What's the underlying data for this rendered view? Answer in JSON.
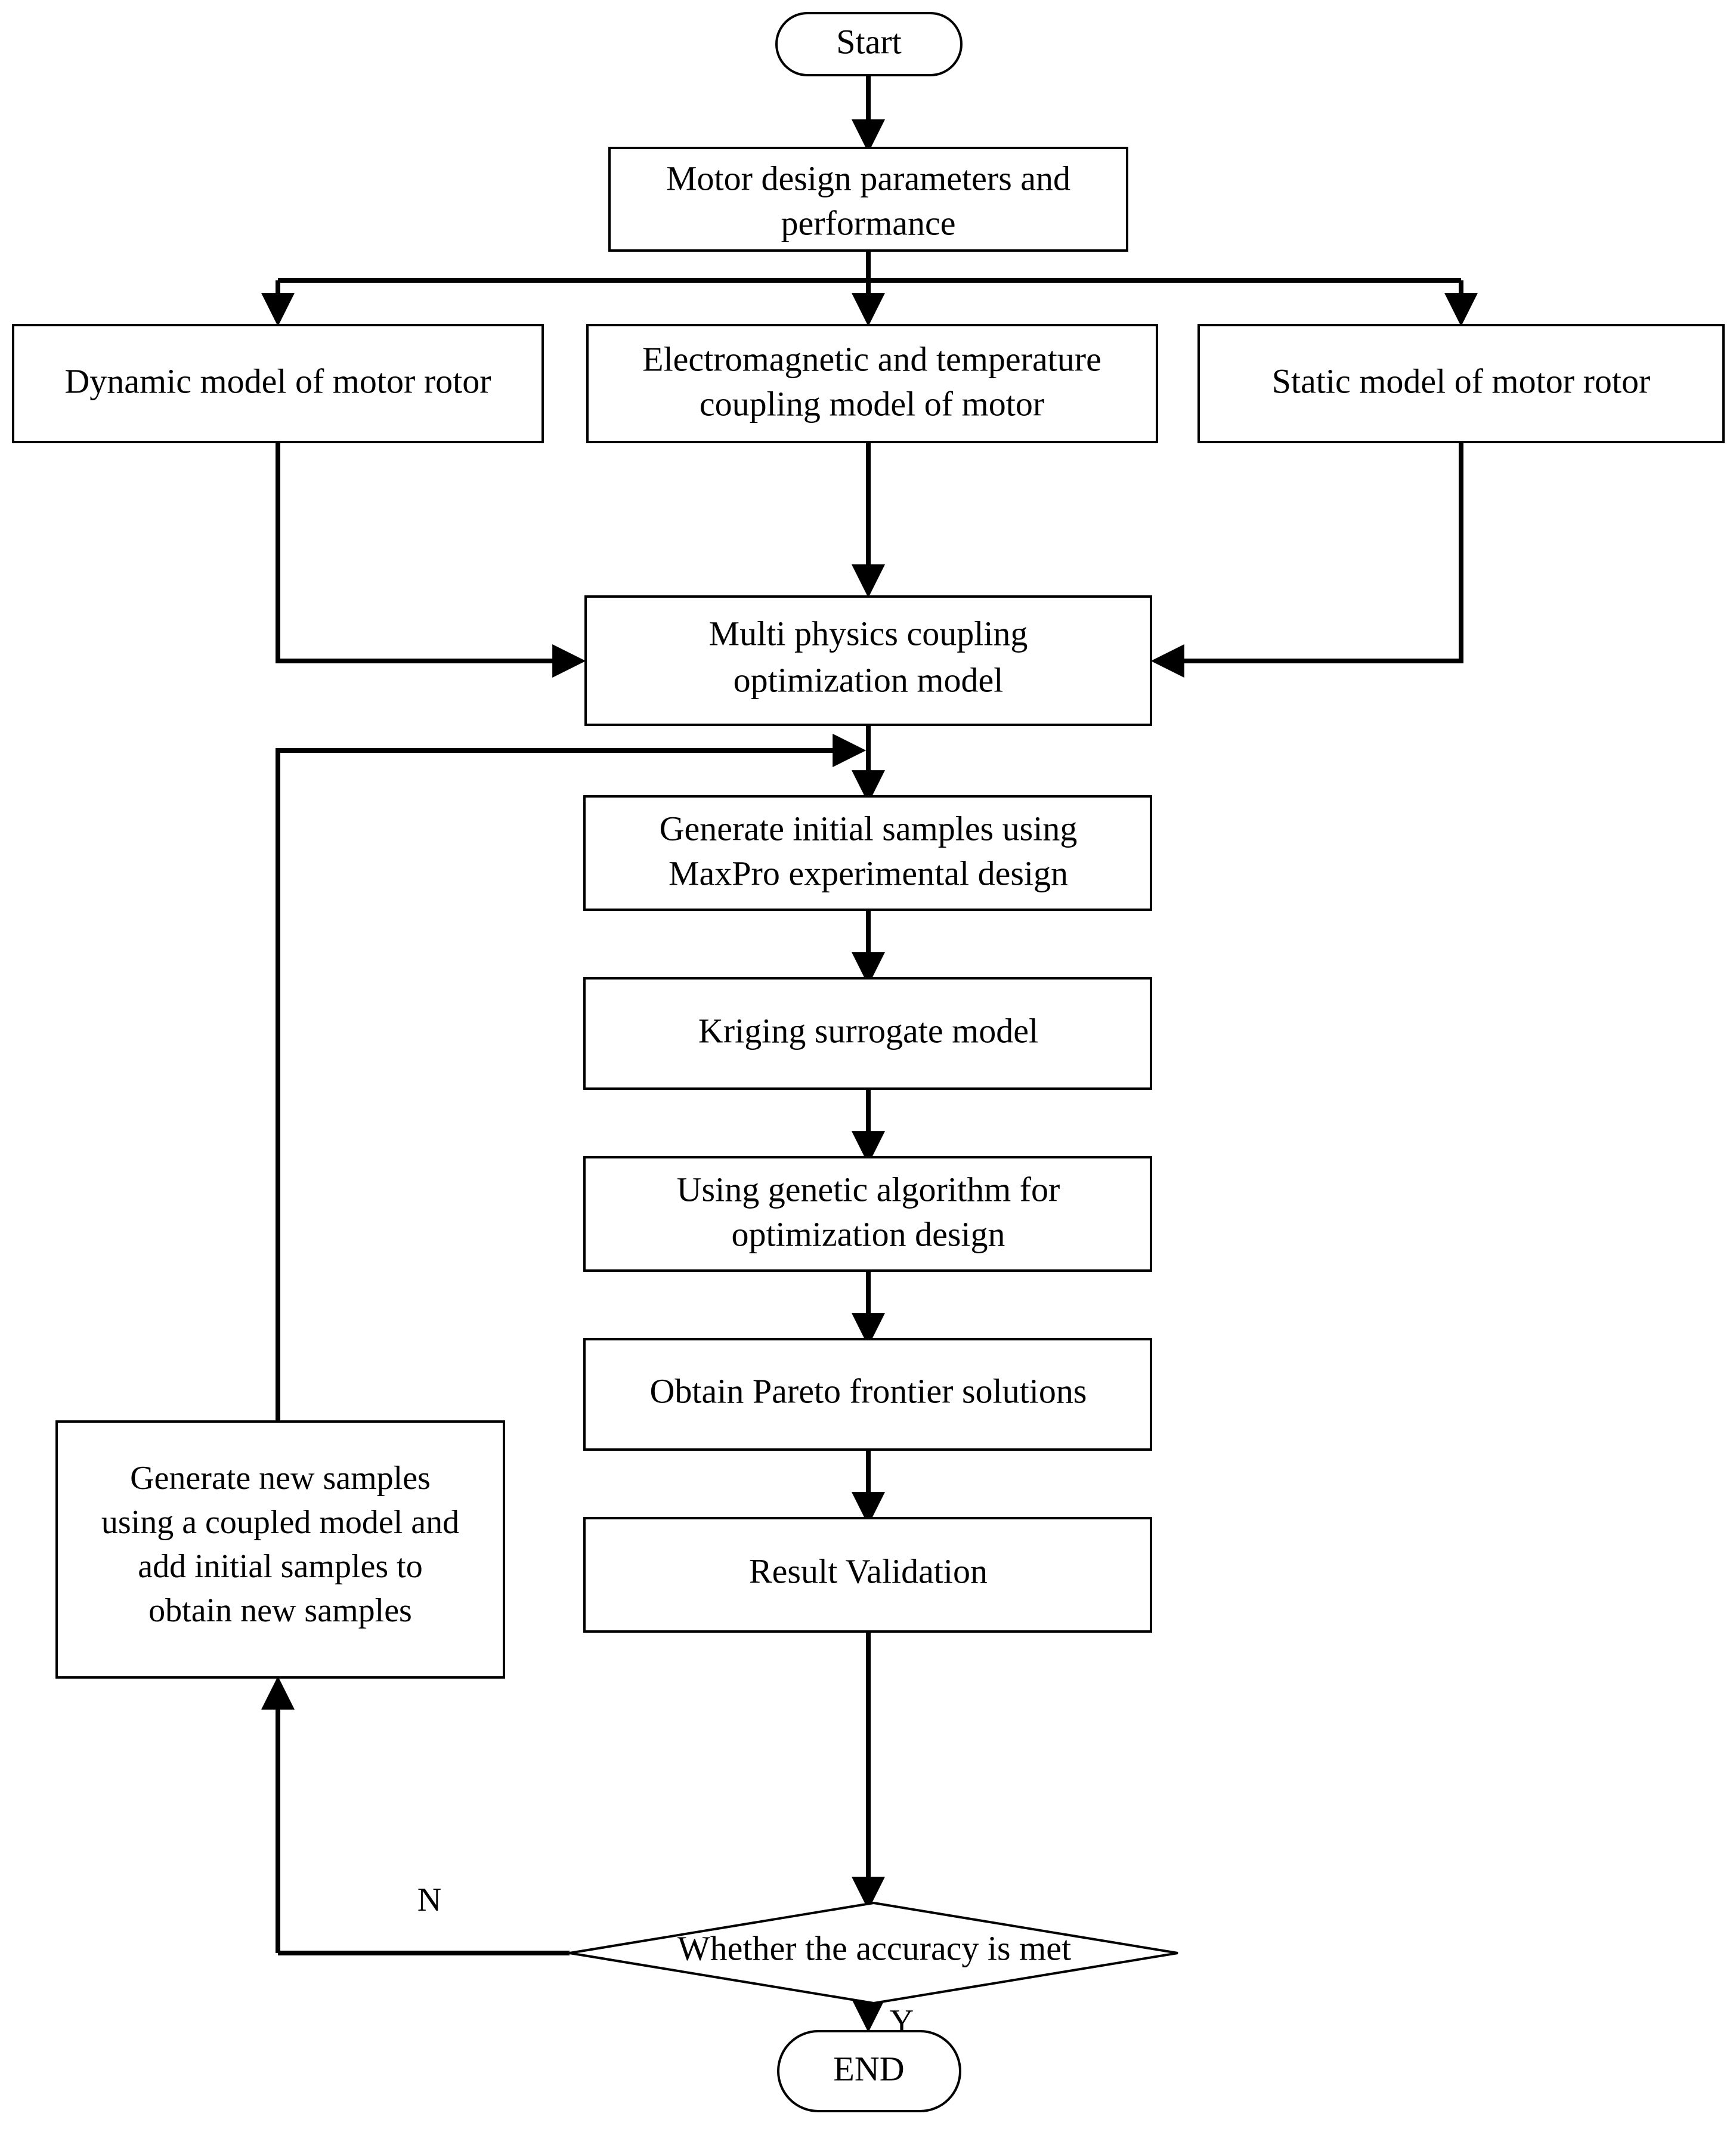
{
  "diagram": {
    "type": "flowchart",
    "title": "Motor multi-physics coupling optimization design flowchart",
    "orientation": "top-to-bottom",
    "background_color": "#ffffff",
    "line_color": "#000000",
    "text_color": "#000000"
  },
  "nodes": {
    "start": {
      "label": "Start",
      "shape": "terminator"
    },
    "motor_params": {
      "label_line1": "Motor design parameters and",
      "label_line2": "performance",
      "shape": "process"
    },
    "dynamic_model": {
      "label": "Dynamic model of motor rotor",
      "shape": "process"
    },
    "em_temp_model": {
      "label_line1": "Electromagnetic and temperature",
      "label_line2": "coupling model of motor",
      "shape": "process"
    },
    "static_model": {
      "label": "Static model of motor rotor",
      "shape": "process"
    },
    "multi_physics": {
      "label_line1": "Multi physics coupling",
      "label_line2": "optimization model",
      "shape": "process"
    },
    "initial_samples": {
      "label_line1": "Generate initial samples using",
      "label_line2": "MaxPro experimental design",
      "shape": "process"
    },
    "kriging": {
      "label": "Kriging surrogate model",
      "shape": "process"
    },
    "genetic_algorithm": {
      "label_line1": "Using genetic algorithm for",
      "label_line2": "optimization design",
      "shape": "process"
    },
    "pareto": {
      "label": "Obtain Pareto frontier solutions",
      "shape": "process"
    },
    "result_validation": {
      "label": "Result Validation",
      "shape": "process"
    },
    "new_samples": {
      "label_line1": "Generate new samples",
      "label_line2": "using a coupled model and",
      "label_line3": "add initial samples to",
      "label_line4": "obtain new samples",
      "shape": "process"
    },
    "accuracy_decision": {
      "label": "Whether the accuracy is met",
      "shape": "decision"
    },
    "end": {
      "label": "END",
      "shape": "terminator"
    }
  },
  "edge_labels": {
    "no_branch": "N",
    "yes_branch": "Y"
  },
  "edges": [
    {
      "from": "start",
      "to": "motor_params"
    },
    {
      "from": "motor_params",
      "to": "dynamic_model"
    },
    {
      "from": "motor_params",
      "to": "em_temp_model"
    },
    {
      "from": "motor_params",
      "to": "static_model"
    },
    {
      "from": "dynamic_model",
      "to": "multi_physics"
    },
    {
      "from": "em_temp_model",
      "to": "multi_physics"
    },
    {
      "from": "static_model",
      "to": "multi_physics"
    },
    {
      "from": "multi_physics",
      "to": "initial_samples"
    },
    {
      "from": "initial_samples",
      "to": "kriging"
    },
    {
      "from": "kriging",
      "to": "genetic_algorithm"
    },
    {
      "from": "genetic_algorithm",
      "to": "pareto"
    },
    {
      "from": "pareto",
      "to": "result_validation"
    },
    {
      "from": "result_validation",
      "to": "accuracy_decision"
    },
    {
      "from": "accuracy_decision",
      "to": "new_samples",
      "label": "N"
    },
    {
      "from": "new_samples",
      "to": "initial_samples"
    },
    {
      "from": "accuracy_decision",
      "to": "end",
      "label": "Y"
    }
  ]
}
